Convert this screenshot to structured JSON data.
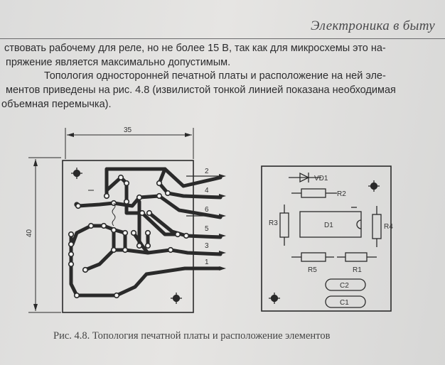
{
  "header": {
    "title": "Электроника в быту"
  },
  "text": {
    "line1": "ствовать рабочему для реле, но не более 15 В, так как для микросхемы это на-",
    "line2": "пряжение является максимально допустимым.",
    "line3": "Топология односторонней печатной платы и расположение на ней эле-",
    "line4": "ментов приведены на рис. 4.8 (извилистой тонкой линией показана необходимая",
    "line5": "объемная перемычка)."
  },
  "figure": {
    "width_dim": "35",
    "height_dim": "40",
    "pcb_pins": [
      "2",
      "4",
      "6",
      "5",
      "3",
      "1"
    ],
    "components": {
      "vd1": "VD1",
      "r2": "R2",
      "r3": "R3",
      "d1": "D1",
      "r4": "R4",
      "r5": "R5",
      "r1": "R1",
      "c2": "C2",
      "c1": "C1"
    },
    "caption": "Рис. 4.8. Топология печатной платы и расположение элементов"
  }
}
